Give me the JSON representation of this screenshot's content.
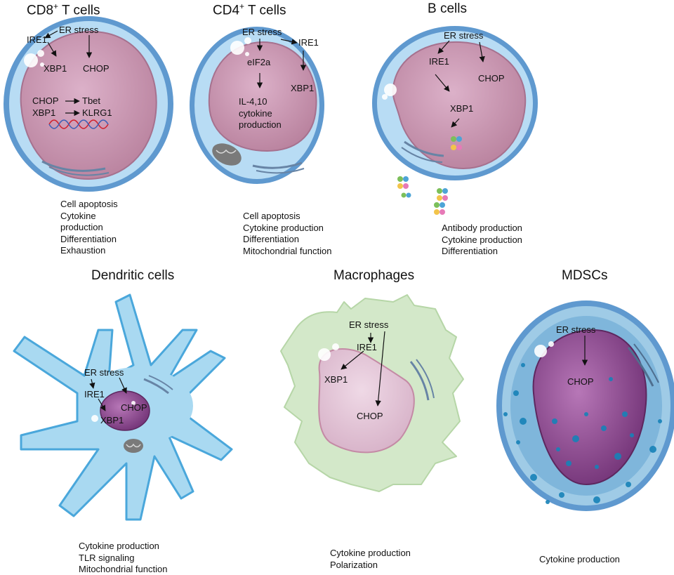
{
  "titles": {
    "cd8_main": "CD8",
    "cd8_sup": "+",
    "cd8_tail": " T cells",
    "cd4_main": "CD4",
    "cd4_sup": "+",
    "cd4_tail": " T cells",
    "b": "B cells",
    "dc": "Dendritic cells",
    "mac": "Macrophages",
    "mdsc": "MDSCs"
  },
  "cd8": {
    "er_stress": "ER stress",
    "ire1": "IRE1",
    "xbp1": "XBP1",
    "chop": "CHOP",
    "chop2": "CHOP",
    "xbp1_2": "XBP1",
    "tbet": "Tbet",
    "klrg1": "KLRG1",
    "functions": [
      "Cell apoptosis",
      "Cytokine",
      "production",
      "Differentiation",
      "Exhaustion"
    ]
  },
  "cd4": {
    "er_stress": "ER stress",
    "ire1": "IRE1",
    "eif2a": "eIF2a",
    "xbp1": "XBP1",
    "il_line1": "IL-4,10",
    "il_line2": "cytokine",
    "il_line3": "production",
    "functions": [
      "Cell apoptosis",
      "Cytokine production",
      "Differentiation",
      "Mitochondrial function"
    ]
  },
  "bcell": {
    "er_stress": "ER stress",
    "ire1": "IRE1",
    "chop": "CHOP",
    "xbp1": "XBP1",
    "functions": [
      "Antibody production",
      "Cytokine production",
      "Differentiation"
    ]
  },
  "dc": {
    "er_stress": "ER stress",
    "ire1": "IRE1",
    "chop": "CHOP",
    "xbp1": "XBP1",
    "functions": [
      "Cytokine production",
      "TLR signaling",
      "Mitochondrial function"
    ]
  },
  "mac": {
    "er_stress": "ER stress",
    "ire1": "IRE1",
    "xbp1": "XBP1",
    "chop": "CHOP",
    "functions": [
      "Cytokine production",
      "Polarization"
    ]
  },
  "mdsc": {
    "er_stress": "ER stress",
    "chop": "CHOP",
    "functions": [
      "Cytokine production"
    ]
  }
}
